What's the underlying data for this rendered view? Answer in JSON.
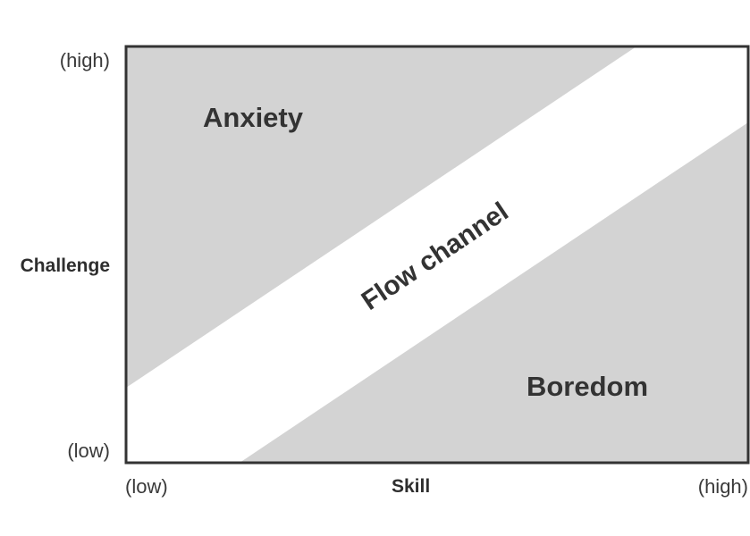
{
  "diagram": {
    "y_axis": {
      "label": "Challenge",
      "high": "(high)",
      "low": "(low)"
    },
    "x_axis": {
      "label": "Skill",
      "low": "(low)",
      "high": "(high)"
    },
    "regions": {
      "upper": "Anxiety",
      "middle": "Flow channel",
      "lower": "Boredom"
    },
    "colors": {
      "region_fill": "#d3d3d3",
      "channel_fill": "#ffffff",
      "border": "#333333",
      "text": "#333333"
    }
  }
}
